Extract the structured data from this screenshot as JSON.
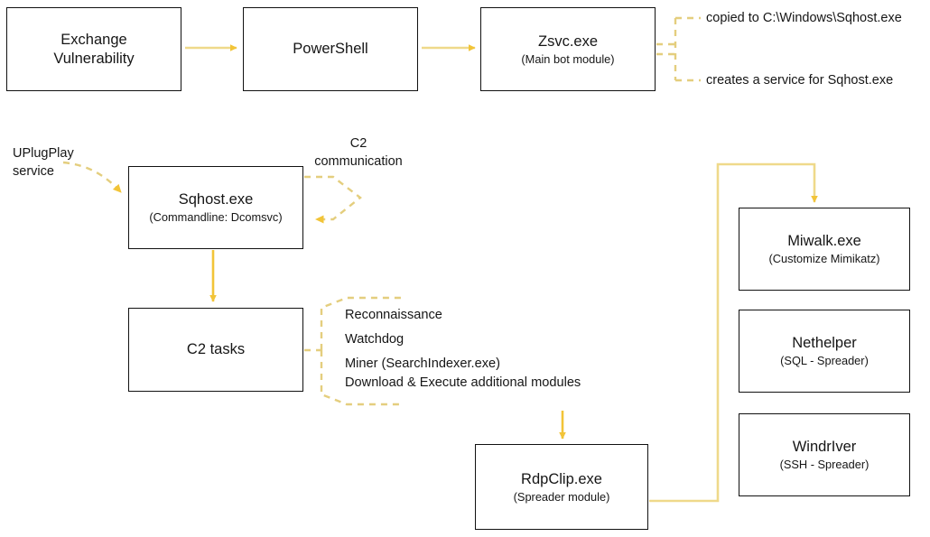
{
  "diagram": {
    "title": "Malware infection chain",
    "colors": {
      "arrow_solid": "#F2C438",
      "arrow_pale": "#EFD98A",
      "dashed": "#E4CE7E",
      "box_border": "#111111",
      "text": "#161616",
      "background": "#FFFFFF"
    },
    "nodes": [
      {
        "id": "exchange",
        "title": "Exchange",
        "title2": "Vulnerability",
        "sub": ""
      },
      {
        "id": "powershell",
        "title": "PowerShell",
        "sub": ""
      },
      {
        "id": "zsvc",
        "title": "Zsvc.exe",
        "sub": "(Main bot module)"
      },
      {
        "id": "sqhost",
        "title": "Sqhost.exe",
        "sub": "(Commandline: Dcomsvc)"
      },
      {
        "id": "c2tasks",
        "title": "C2 tasks",
        "sub": ""
      },
      {
        "id": "rdpclip",
        "title": "RdpClip.exe",
        "sub": "(Spreader module)"
      },
      {
        "id": "miwalk",
        "title": "Miwalk.exe",
        "sub": "(Customize Mimikatz)"
      },
      {
        "id": "nethelper",
        "title": "Nethelper",
        "sub": "(SQL - Spreader)"
      },
      {
        "id": "windriver",
        "title": "WindrIver",
        "sub": "(SSH - Spreader)"
      }
    ],
    "annotations": {
      "copied_to": "copied to C:\\Windows\\Sqhost.exe",
      "creates_service": "creates a service for Sqhost.exe",
      "uplugplay_line1": "UPlugPlay",
      "uplugplay_line2": "service",
      "c2_comm_line1": "C2",
      "c2_comm_line2": "communication"
    },
    "c2_task_items": [
      "Reconnaissance",
      "Watchdog",
      "Miner (SearchIndexer.exe)",
      "Download & Execute additional modules"
    ]
  }
}
